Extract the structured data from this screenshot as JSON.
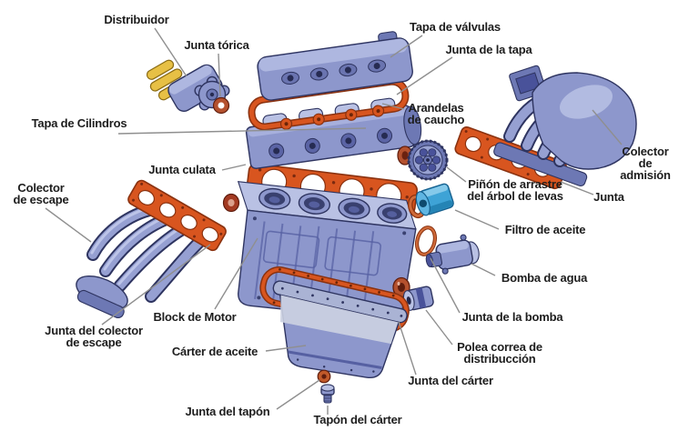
{
  "figure": {
    "type": "exploded-engine-parts-diagram",
    "language": "es",
    "background": "#ffffff"
  },
  "colors": {
    "part_blue": "#8d97cc",
    "part_blue_light": "#b9c1e4",
    "part_blue_dark": "#6d78b4",
    "gasket_orange": "#d8551f",
    "seal_dark_red": "#b4512e",
    "oil_filter_blue": "#3ea3d6",
    "distributor_cap_yellow": "#e7c045",
    "label_text": "#1d1d1d",
    "leader_line": "#8f8f8f"
  },
  "labels": [
    {
      "id": "distribuidor",
      "text": "Distribuidor"
    },
    {
      "id": "junta-torica",
      "text": "Junta tórica"
    },
    {
      "id": "tapa-de-valvulas",
      "text": "Tapa de válvulas"
    },
    {
      "id": "junta-de-la-tapa",
      "text": "Junta de la tapa"
    },
    {
      "id": "tapa-de-cilindros",
      "text": "Tapa de Cilindros"
    },
    {
      "id": "arandelas-de-caucho",
      "text": "Arandelas\nde caucho"
    },
    {
      "id": "colector-de-admision",
      "text": "Colector de\nadmisión"
    },
    {
      "id": "junta-culata",
      "text": "Junta culata"
    },
    {
      "id": "pinon-de-arrastre",
      "text": "Piñón de arrastre\ndel árbol de levas"
    },
    {
      "id": "junta",
      "text": "Junta"
    },
    {
      "id": "colector-de-escape",
      "text": "Colector\nde escape"
    },
    {
      "id": "filtro-de-aceite",
      "text": "Filtro de aceite"
    },
    {
      "id": "bomba-de-agua",
      "text": "Bomba de agua"
    },
    {
      "id": "block-de-motor",
      "text": "Block de Motor"
    },
    {
      "id": "junta-de-la-bomba",
      "text": "Junta de la bomba"
    },
    {
      "id": "junta-del-colector-de-escape",
      "text": "Junta del colector\nde escape"
    },
    {
      "id": "carter-de-aceite",
      "text": "Cárter de aceite"
    },
    {
      "id": "polea-correa-de-distribucion",
      "text": "Polea correa de\ndistribucción"
    },
    {
      "id": "junta-del-carter",
      "text": "Junta del cárter"
    },
    {
      "id": "junta-del-tapon",
      "text": "Junta del tapón"
    },
    {
      "id": "tapon-del-carter",
      "text": "Tapón del cárter"
    }
  ]
}
